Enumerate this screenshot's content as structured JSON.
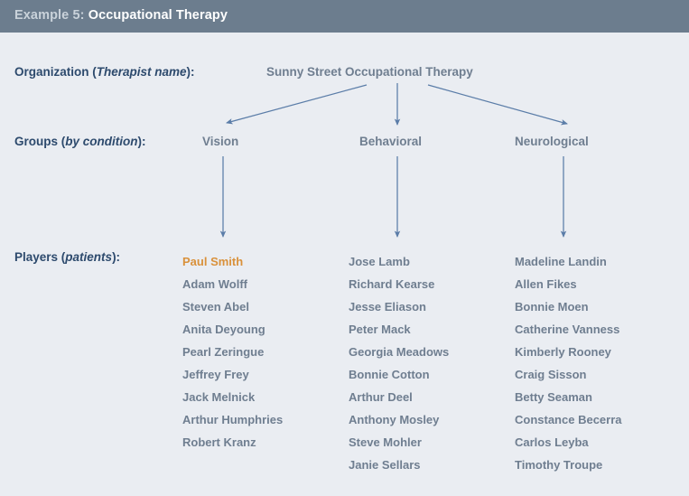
{
  "header": {
    "prefix": "Example 5:",
    "subject": "Occupational Therapy"
  },
  "rows": {
    "organization": {
      "label_main": "Organization (",
      "label_em": "Therapist name",
      "label_tail": "):",
      "value": "Sunny Street Occupational Therapy"
    },
    "groups": {
      "label_main": "Groups (",
      "label_em": "by condition",
      "label_tail": "):"
    },
    "players": {
      "label_main": "Players (",
      "label_em": "patients",
      "label_tail": "):"
    }
  },
  "groups": [
    {
      "name": "Vision",
      "players": [
        {
          "name": "Paul Smith",
          "highlighted": true
        },
        {
          "name": "Adam Wolff",
          "highlighted": false
        },
        {
          "name": "Steven Abel",
          "highlighted": false
        },
        {
          "name": "Anita Deyoung",
          "highlighted": false
        },
        {
          "name": "Pearl Zeringue",
          "highlighted": false
        },
        {
          "name": "Jeffrey Frey",
          "highlighted": false
        },
        {
          "name": "Jack Melnick",
          "highlighted": false
        },
        {
          "name": "Arthur Humphries",
          "highlighted": false
        },
        {
          "name": "Robert Kranz",
          "highlighted": false
        }
      ]
    },
    {
      "name": "Behavioral",
      "players": [
        {
          "name": "Jose Lamb",
          "highlighted": false
        },
        {
          "name": "Richard Kearse",
          "highlighted": false
        },
        {
          "name": "Jesse Eliason",
          "highlighted": false
        },
        {
          "name": "Peter Mack",
          "highlighted": false
        },
        {
          "name": "Georgia Meadows",
          "highlighted": false
        },
        {
          "name": "Bonnie Cotton",
          "highlighted": false
        },
        {
          "name": "Arthur Deel",
          "highlighted": false
        },
        {
          "name": "Anthony Mosley",
          "highlighted": false
        },
        {
          "name": "Steve Mohler",
          "highlighted": false
        },
        {
          "name": "Janie Sellars",
          "highlighted": false
        }
      ]
    },
    {
      "name": "Neurological",
      "players": [
        {
          "name": "Madeline Landin",
          "highlighted": false
        },
        {
          "name": "Allen Fikes",
          "highlighted": false
        },
        {
          "name": "Bonnie Moen",
          "highlighted": false
        },
        {
          "name": "Catherine Vanness",
          "highlighted": false
        },
        {
          "name": "Kimberly Rooney",
          "highlighted": false
        },
        {
          "name": "Craig Sisson",
          "highlighted": false
        },
        {
          "name": "Betty Seaman",
          "highlighted": false
        },
        {
          "name": "Constance Becerra",
          "highlighted": false
        },
        {
          "name": "Carlos Leyba",
          "highlighted": false
        },
        {
          "name": "Timothy Troupe",
          "highlighted": false
        }
      ]
    }
  ],
  "colors": {
    "header_bar": "#6c7d8e",
    "header_prefix": "#c9d2da",
    "header_subject": "#ffffff",
    "page_background": "#eaedf2",
    "row_label": "#2d4a6d",
    "body_text": "#6f7e90",
    "highlight": "#d9913b",
    "connector": "#5b7da8"
  }
}
